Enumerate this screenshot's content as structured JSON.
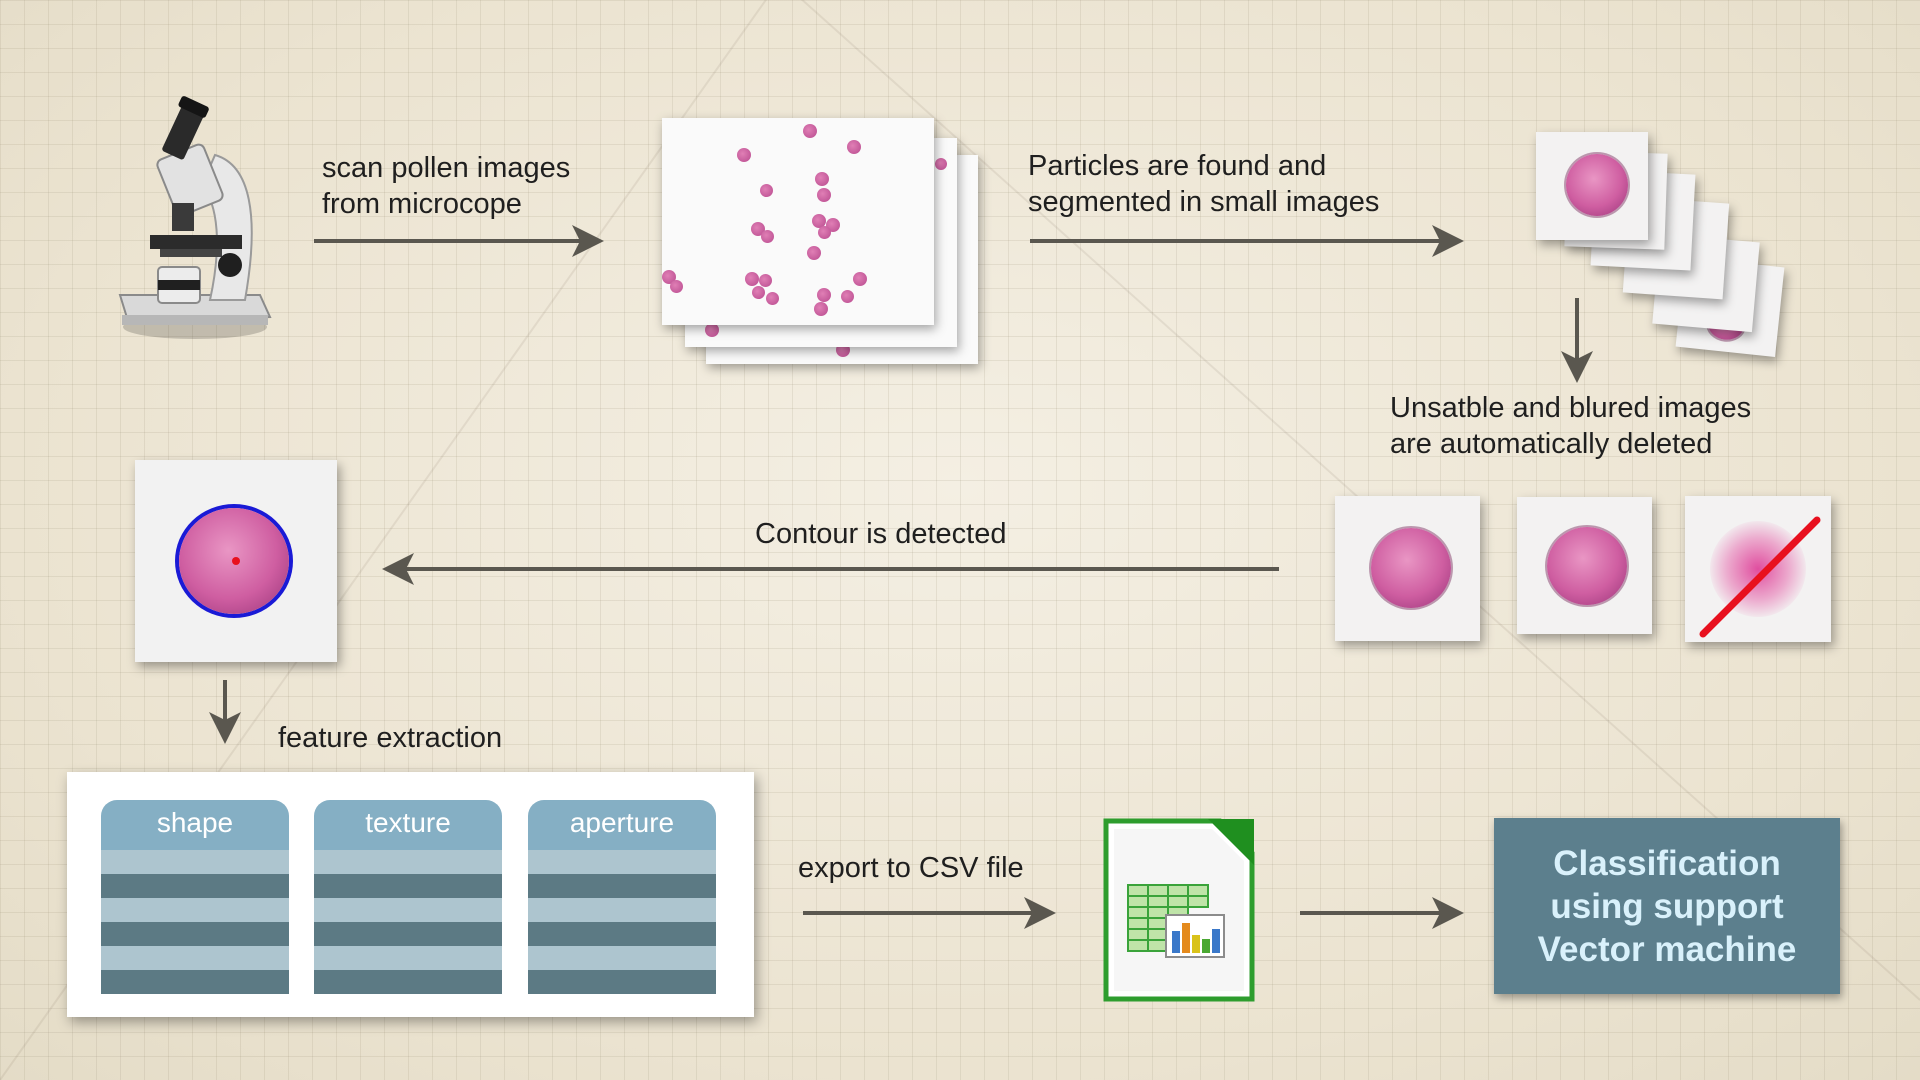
{
  "steps": {
    "scan": {
      "line1": "scan pollen images",
      "line2": "from microcope"
    },
    "segment": {
      "line1": "Particles are found and",
      "line2": "segmented in small images"
    },
    "delete": {
      "line1": "Unsatble and blured images",
      "line2": "are automatically deleted"
    },
    "contour": {
      "label": "Contour is detected"
    },
    "feature": {
      "label": "feature extraction"
    },
    "export": {
      "label": "export to CSV file"
    },
    "classification": {
      "line1": "Classification",
      "line2": "using support",
      "line3": "Vector machine"
    }
  },
  "features": [
    {
      "label": "shape"
    },
    {
      "label": "texture"
    },
    {
      "label": "aperture"
    }
  ],
  "icons": {
    "microscope": "microscope-icon",
    "spreadsheet": "spreadsheet-file-icon",
    "rejected": "cross-out-mark"
  },
  "colors": {
    "background": "#ede6d4",
    "arrow": "#5a574f",
    "pollen": "#cf5ea1",
    "contour": "#1a1ad6",
    "reject": "#e8101e",
    "feature_header": "#85afc4",
    "feature_light": "#adc5cf",
    "feature_dark": "#5c7a84",
    "svm_box": "#5c7f8d",
    "svm_text": "#d9f1fb",
    "spreadsheet_green": "#2e9d2e"
  }
}
